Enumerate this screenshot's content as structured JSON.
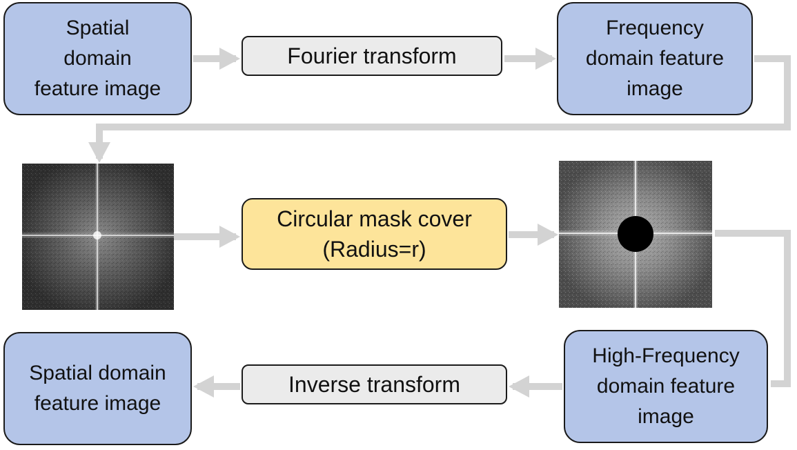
{
  "nodes": {
    "spatial_input": "Spatial\ndomain\nfeature image",
    "fourier": "Fourier transform",
    "frequency": "Frequency\ndomain feature\nimage",
    "mask": "Circular mask cover\n(Radius=r)",
    "high_frequency": "High-Frequency\ndomain feature\nimage",
    "inverse": "Inverse transform",
    "spatial_output": "Spatial domain\nfeature image"
  },
  "images": {
    "spectrum_before": "frequency spectrum image",
    "spectrum_after": "masked frequency spectrum image"
  },
  "colors": {
    "node_blue": "#b4c5e8",
    "node_grey": "#ebebeb",
    "node_yellow": "#fde49a",
    "arrow": "#d3d3d3",
    "spectrum_bg": "#3a3a3a",
    "mask_disk": "#000000"
  }
}
